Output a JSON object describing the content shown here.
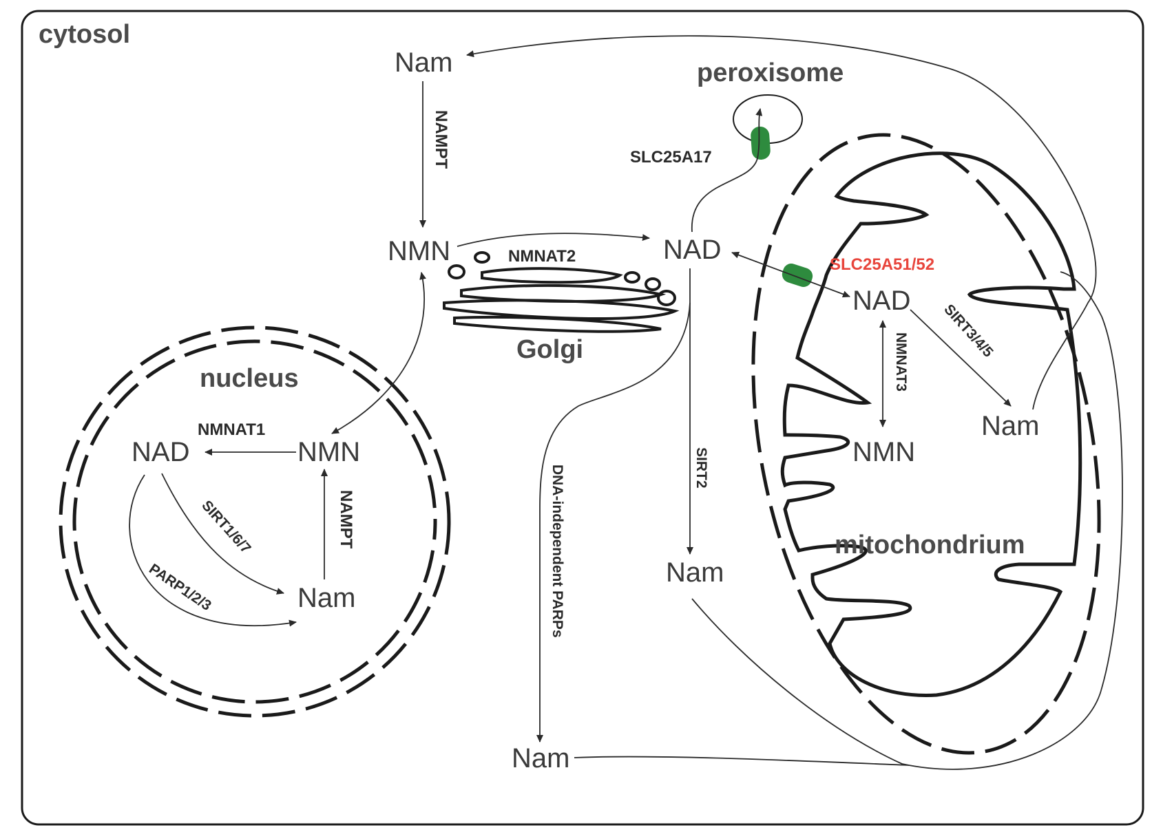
{
  "compartments": {
    "cytosol": "cytosol",
    "peroxisome": "peroxisome",
    "golgi": "Golgi",
    "nucleus": "nucleus",
    "mitochondrium": "mitochondrium"
  },
  "metabolites": {
    "cyto_nam_top": "Nam",
    "cyto_nmn": "NMN",
    "cyto_nad": "NAD",
    "cyto_nam_sirt2": "Nam",
    "cyto_nam_parps": "Nam",
    "nuc_nad": "NAD",
    "nuc_nmn": "NMN",
    "nuc_nam": "Nam",
    "mito_nad": "NAD",
    "mito_nmn": "NMN",
    "mito_nam": "Nam"
  },
  "enzymes": {
    "nampt_cyto": "NAMPT",
    "nmnat2": "NMNAT2",
    "slc25a17": "SLC25A17",
    "slc25a51_52": "SLC25A51/52",
    "sirt2": "SIRT2",
    "dna_parps": "DNA-independent PARPs",
    "nmnat1": "NMNAT1",
    "nampt_nuc": "NAMPT",
    "sirt1_6_7": "SIRT1/6/7",
    "parp1_2_3": "PARP1/2/3",
    "nmnat3": "NMNAT3",
    "sirt3_4_5": "SIRT3/4/5"
  },
  "colors": {
    "transporter": "#2e8b3e",
    "highlight": "#e8453c",
    "line": "#2a2a2a"
  }
}
